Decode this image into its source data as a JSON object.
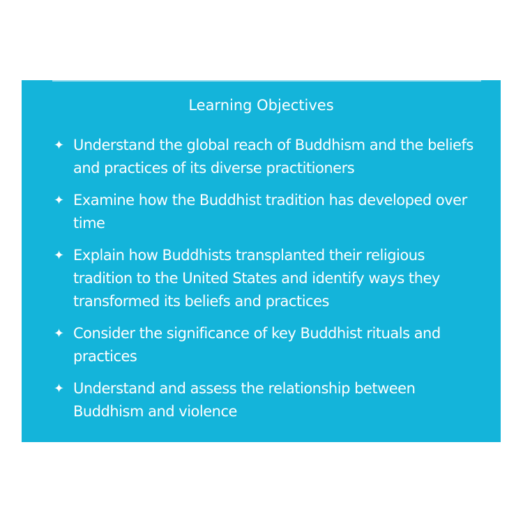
{
  "panel": {
    "title": "Learning Objectives",
    "background_color": "#14B4DA",
    "bullet_icon": "four-point-star",
    "bullet_glyph": "✦",
    "objectives": [
      "Understand the global reach of Buddhism and the beliefs and practices of its diverse practitioners",
      "Examine how the Buddhist tradition has developed over time",
      "Explain how Buddhists transplanted their religious tradition to the United States and identify ways they transformed its beliefs and practices",
      "Consider the significance of key Buddhist rituals and practices",
      "Understand and assess the relationship between Buddhism and violence"
    ]
  }
}
